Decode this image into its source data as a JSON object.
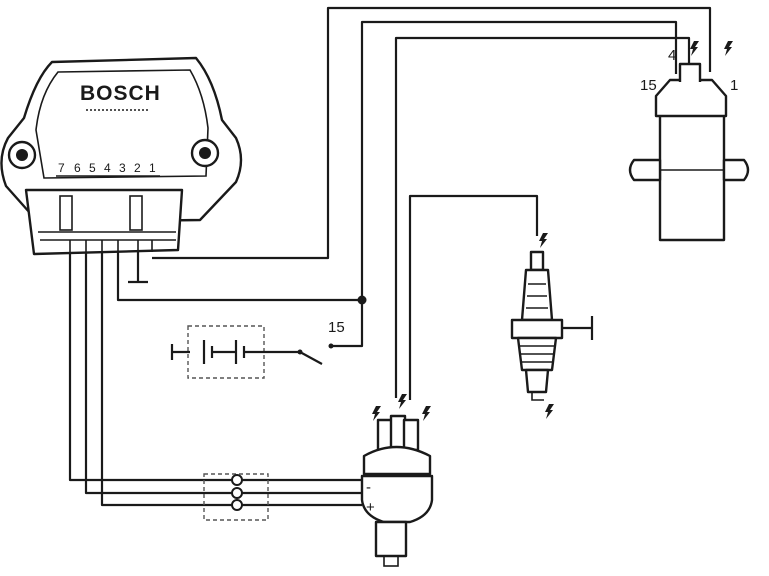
{
  "control_unit": {
    "brand": "BOSCH",
    "pins": [
      "7",
      "6",
      "5",
      "4",
      "3",
      "2",
      "1"
    ]
  },
  "ignition_coil": {
    "terminal_15": "15",
    "terminal_4": "4",
    "terminal_1": "1"
  },
  "ignition_switch": {
    "terminal": "15"
  },
  "distributor": {
    "plus_sign": "+",
    "minus_sign": "-"
  }
}
